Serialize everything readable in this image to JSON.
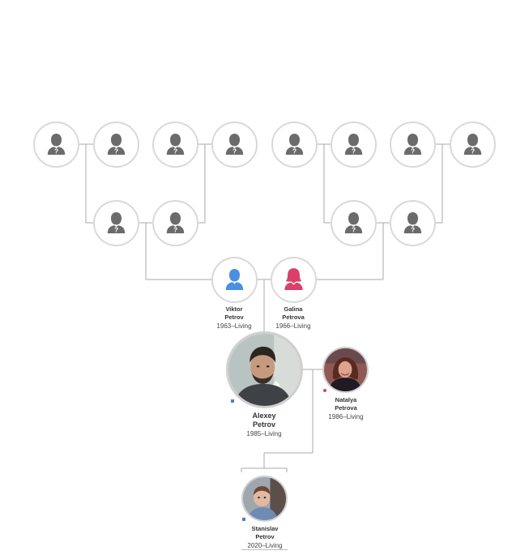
{
  "colors": {
    "line": "#a8a8a8",
    "unknown_silhouette": "#6b6b6b",
    "male": "#4a8fe0",
    "female": "#d9416b",
    "male_marker": "#4a7fc8",
    "female_marker": "#d9416b"
  },
  "ancestors": {
    "icon": "unknown-person-icon",
    "glyph": "?"
  },
  "people": {
    "father": {
      "first": "Viktor",
      "last": "Petrov",
      "years": "1963–Living",
      "icon": "male-silhouette-icon"
    },
    "mother": {
      "first": "Galina",
      "last": "Petrova",
      "years": "1966–Living",
      "icon": "female-silhouette-icon"
    },
    "focus": {
      "first": "Alexey",
      "last": "Petrov",
      "years": "1985–Living",
      "icon": "portrait-photo"
    },
    "spouse": {
      "first": "Natalya",
      "last": "Petrova",
      "years": "1986–Living",
      "icon": "portrait-photo"
    },
    "child": {
      "first": "Stanislav",
      "last": "Petrov",
      "years": "2020–Living",
      "icon": "portrait-photo"
    }
  }
}
